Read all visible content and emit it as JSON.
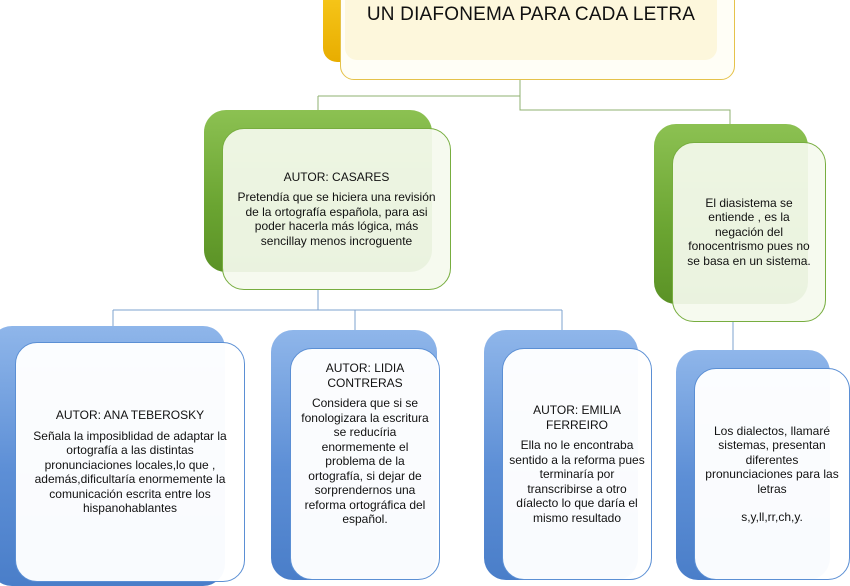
{
  "title": "UN DIAFONEMA PARA CADA LETRA",
  "casares": {
    "heading": "AUTOR: CASARES",
    "body": "Pretendía que se hiciera una revisión de la ortografía española, para asi poder hacerla más lógica, más sencillay menos incroguente"
  },
  "diasistema": {
    "body": "El diasistema se entiende , es la negación del fonocentrismo pues no se basa en un sistema."
  },
  "teberosky": {
    "heading": "AUTOR: ANA TEBEROSKY",
    "body": "Señala la imposiblidad de adaptar la ortografía a las distintas pronunciaciones locales,lo que , además,dificultaría enormemente la comunicación escrita entre los hispanohablantes"
  },
  "contreras": {
    "heading": "AUTOR: LIDIA CONTRERAS",
    "body": "Considera que si se fonologizara la escritura se reducíria enormemente el problema de la ortografía, si dejar de sorprendernos una reforma ortográfica del español."
  },
  "ferreiro": {
    "heading": "AUTOR: EMILIA FERREIRO",
    "body": "Ella no le encontraba sentido a la reforma pues terminaría por transcribirse a otro díalecto lo que daría el mismo resultado"
  },
  "dialectos": {
    "body": "Los dialectos, llamaré sistemas, presentan diferentes pronunciaciones para las letras",
    "letters": "s,y,ll,rr,ch,y."
  }
}
